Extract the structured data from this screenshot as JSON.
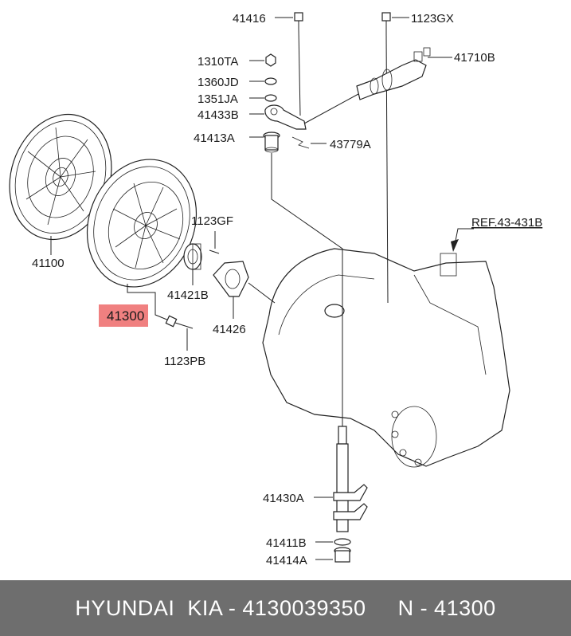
{
  "labels": {
    "p41416": "41416",
    "p1123GX": "1123GX",
    "p1310TA": "1310TA",
    "p41710B": "41710B",
    "p1360JD": "1360JD",
    "p1351JA": "1351JA",
    "p41433B": "41433B",
    "p41413A": "41413A",
    "p43779A": "43779A",
    "p41100": "41100",
    "p1123GF": "1123GF",
    "ref": "REF.43-431B",
    "p41421B": "41421B",
    "p41300": "41300",
    "p41426": "41426",
    "p1123PB": "1123PB",
    "p41430A": "41430A",
    "p41411B": "41411B",
    "p41414A": "41414A"
  },
  "highlight_color": "#f08080",
  "footer": {
    "text": "HYUNDAI  KIA - 4130039350     N - 41300"
  }
}
